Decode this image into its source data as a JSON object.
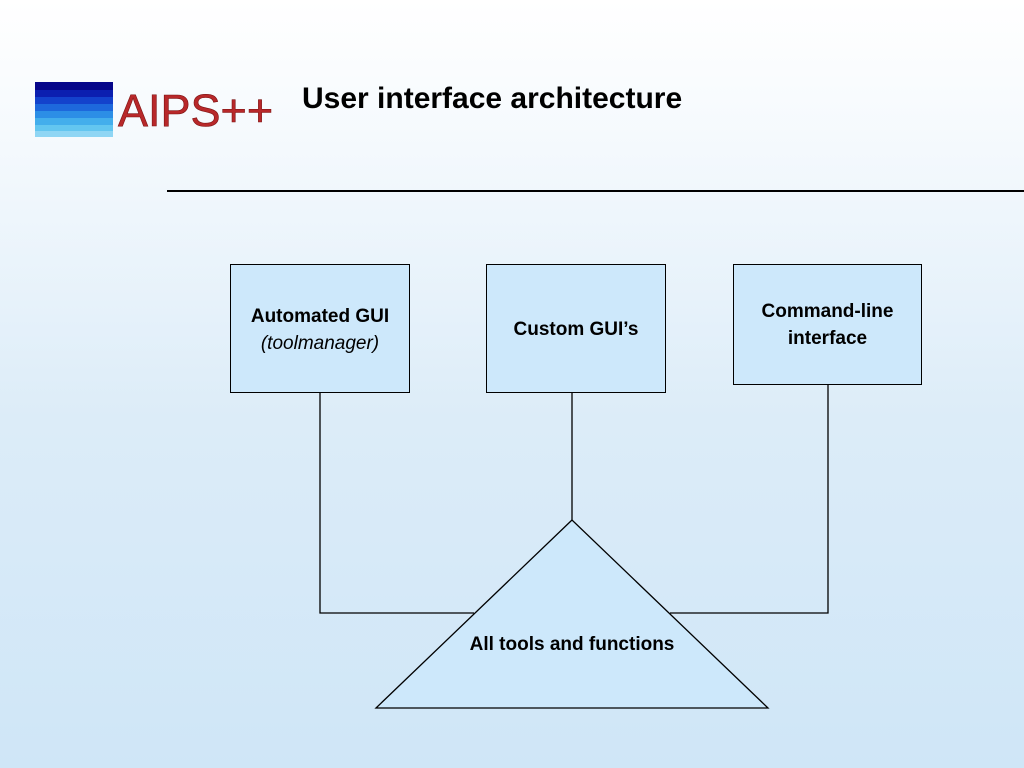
{
  "header": {
    "logo_text": "AIPS++",
    "title": "User interface architecture"
  },
  "diagram": {
    "boxes": [
      {
        "id": "automated-gui",
        "label": "Automated GUI",
        "sublabel": "(toolmanager)"
      },
      {
        "id": "custom-guis",
        "label": "Custom GUI’s"
      },
      {
        "id": "command-line",
        "label_line1": "Command-line",
        "label_line2": "interface"
      }
    ],
    "base": {
      "label": "All tools and functions"
    }
  },
  "colors": {
    "box_fill": "#cde8fb",
    "logo_red": "#b8282a",
    "logo_blue_dark": "#0a0a8c",
    "logo_blue_light": "#6cc6ee"
  }
}
